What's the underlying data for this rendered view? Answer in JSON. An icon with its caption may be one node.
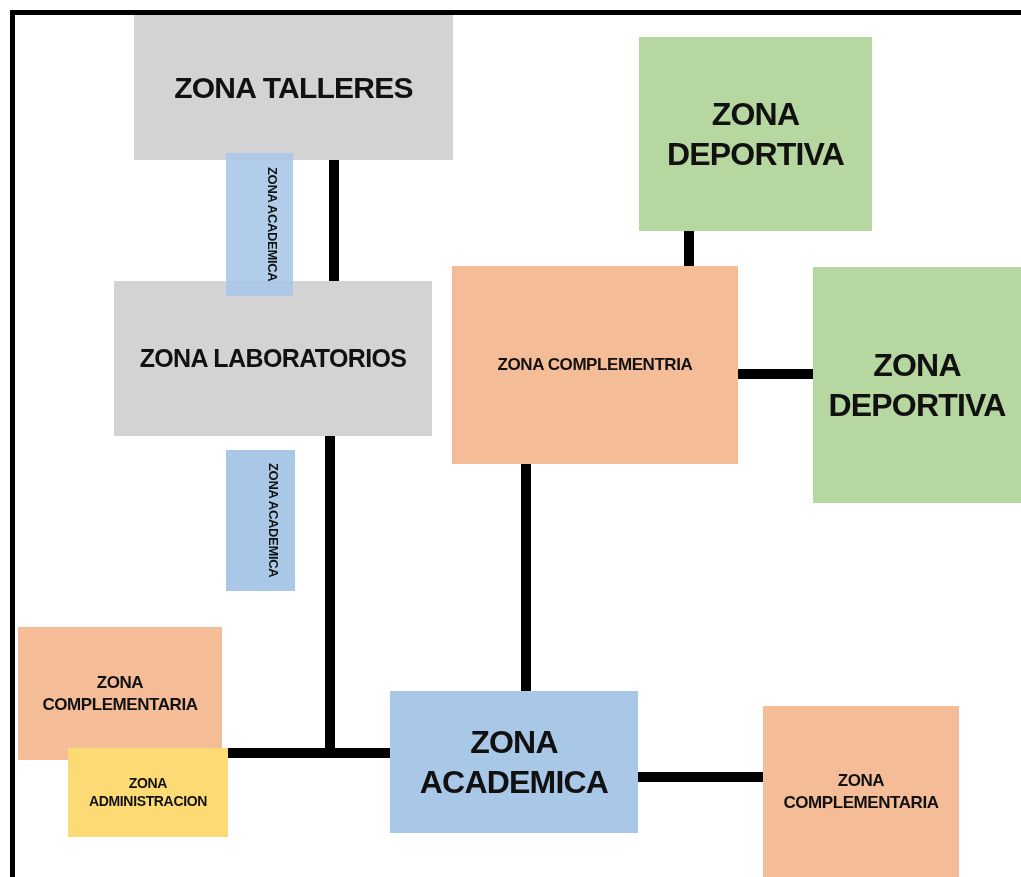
{
  "diagram": {
    "nodes": [
      {
        "text": [
          "ZONA TALLERES"
        ]
      },
      {
        "text": [
          "ZONA ACADEMICA"
        ]
      },
      {
        "text": [
          "ZONA LABORATORIOS"
        ]
      },
      {
        "text": [
          "ZONA DEPORTIVA"
        ]
      },
      {
        "text": [
          "ZONA COMPLEMENTRIA"
        ]
      },
      {
        "text": [
          "ZONA DEPORTIVA"
        ]
      },
      {
        "text": [
          "ZONA ACADEMICA"
        ]
      },
      {
        "text": [
          "ZONA COMPLEMENTARIA"
        ]
      },
      {
        "text": [
          "ZONA ADMINISTRACION"
        ]
      },
      {
        "text": [
          "ZONA ACADEMICA"
        ]
      },
      {
        "text": [
          "ZONA COMPLEMENTARIA"
        ]
      }
    ],
    "edges": [
      {
        "from": 0,
        "to": 2,
        "arrow": "none"
      },
      {
        "from": 3,
        "to": 4,
        "arrow": "none"
      },
      {
        "from": 4,
        "to": 5,
        "arrow": "none"
      },
      {
        "from": 4,
        "to": 9,
        "arrow": "none"
      },
      {
        "from": 2,
        "to": 9,
        "arrow": "none"
      },
      {
        "from": 7,
        "to": 9,
        "arrow": "none"
      },
      {
        "from": 9,
        "to": 10,
        "arrow": "none"
      }
    ]
  }
}
